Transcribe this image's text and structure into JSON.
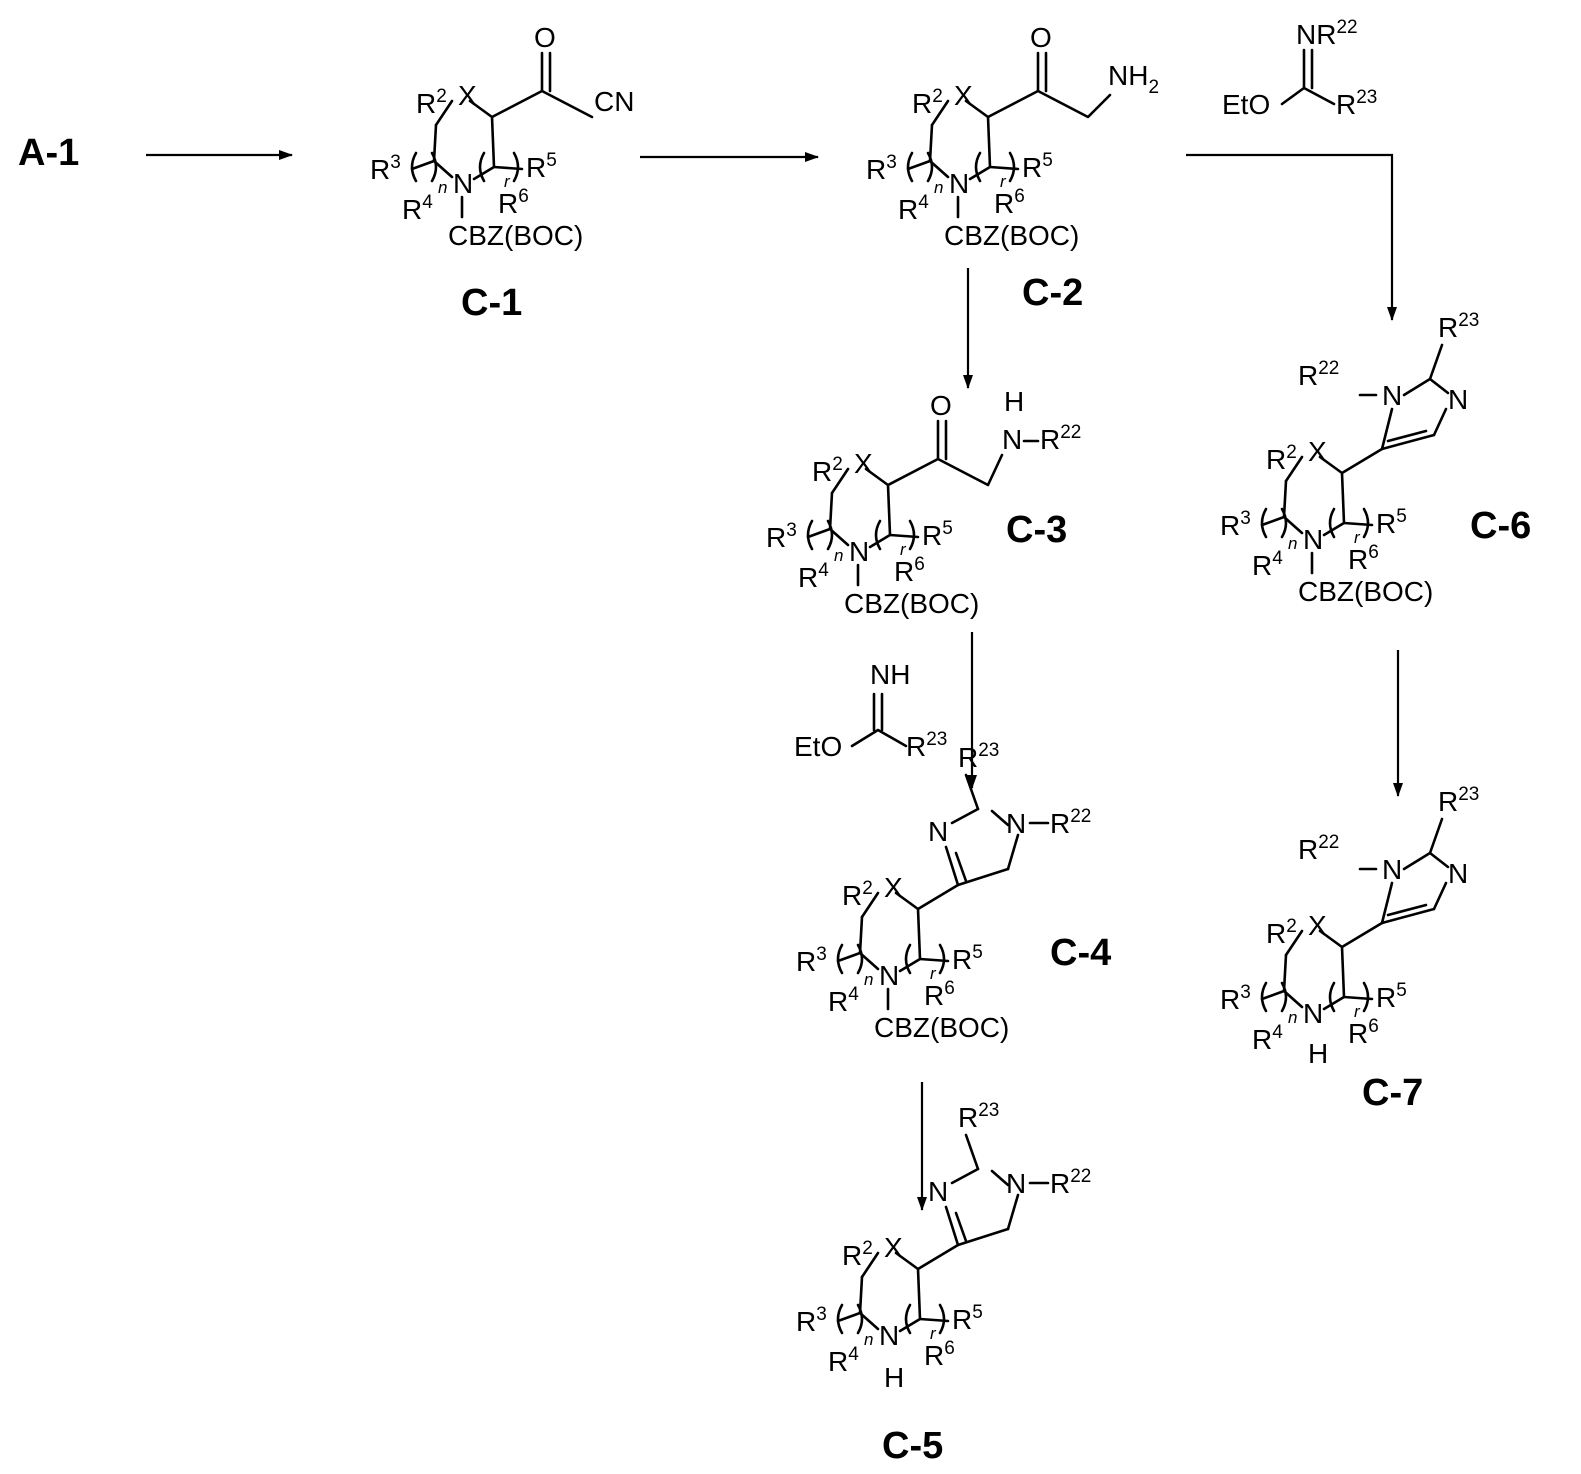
{
  "start": {
    "label": "A-1"
  },
  "compounds": [
    {
      "id": "C-1",
      "label": "C-1",
      "side_chain": {
        "carbonyl_O": "O",
        "terminal": "CN"
      },
      "n_substituent": "CBZ(BOC)"
    },
    {
      "id": "C-2",
      "label": "C-2",
      "side_chain": {
        "carbonyl_O": "O",
        "terminal": "NH",
        "terminal_sub": "2"
      },
      "n_substituent": "CBZ(BOC)"
    },
    {
      "id": "C-3",
      "label": "C-3",
      "side_chain": {
        "carbonyl_O": "O",
        "nh_H": "H",
        "nh_N": "N",
        "r_base": "R",
        "r_sup": "22"
      },
      "n_substituent": "CBZ(BOC)"
    },
    {
      "id": "C-4",
      "label": "C-4",
      "n_substituent": "CBZ(BOC)"
    },
    {
      "id": "C-5",
      "label": "C-5",
      "n_substituent": "H"
    },
    {
      "id": "C-6",
      "label": "C-6",
      "n_substituent": "CBZ(BOC)"
    },
    {
      "id": "C-7",
      "label": "C-7",
      "n_substituent": "H"
    }
  ],
  "ring": {
    "x": "X",
    "n": "N",
    "r2": "2",
    "r3": "3",
    "r4": "4",
    "r5": "5",
    "r6": "6",
    "r_base": "R",
    "idx_n": "n",
    "idx_r": "r"
  },
  "imidazole": {
    "n": "N",
    "r22_base": "R",
    "r22_sup": "22",
    "r23_base": "R",
    "r23_sup": "23"
  },
  "reagents": [
    {
      "id": "imidate-NR22",
      "eto": "EtO",
      "imine_N": "NR",
      "imine_sup": "22",
      "r23_base": "R",
      "r23_sup": "23"
    },
    {
      "id": "imidate-NH",
      "eto": "EtO",
      "imine": "NH",
      "r23_base": "R",
      "r23_sup": "23"
    }
  ],
  "arrows": [
    {
      "from": "A-1",
      "to": "C-1"
    },
    {
      "from": "C-1",
      "to": "C-2"
    },
    {
      "from": "C-2",
      "to": "C-3"
    },
    {
      "from": "C-2",
      "to": "C-6",
      "reagent": "imidate-NR22"
    },
    {
      "from": "C-3",
      "to": "C-4",
      "reagent": "imidate-NH"
    },
    {
      "from": "C-4",
      "to": "C-5"
    },
    {
      "from": "C-6",
      "to": "C-7"
    }
  ]
}
